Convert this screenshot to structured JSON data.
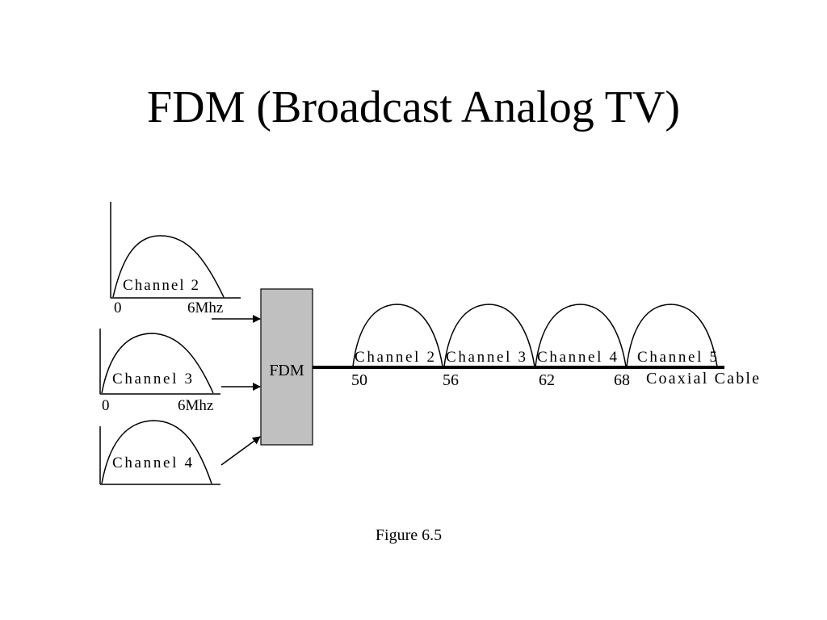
{
  "title": "FDM (Broadcast Analog TV)",
  "inputs": [
    {
      "label": "Channel 2",
      "axis_start": "0",
      "axis_end": "6Mhz"
    },
    {
      "label": "Channel 3",
      "axis_start": "0",
      "axis_end": "6Mhz"
    },
    {
      "label": "Channel 4"
    }
  ],
  "multiplexer": {
    "label": "FDM",
    "fill_color": "#c0c0c0"
  },
  "output": {
    "channels": [
      {
        "label": "Channel 2",
        "start_freq": "50"
      },
      {
        "label": "Channel 3",
        "start_freq": "56"
      },
      {
        "label": "Channel 4",
        "start_freq": "62"
      },
      {
        "label": "Channel 5",
        "start_freq": "68"
      }
    ],
    "medium_label": "Coaxial Cable"
  },
  "caption": "Figure 6.5"
}
